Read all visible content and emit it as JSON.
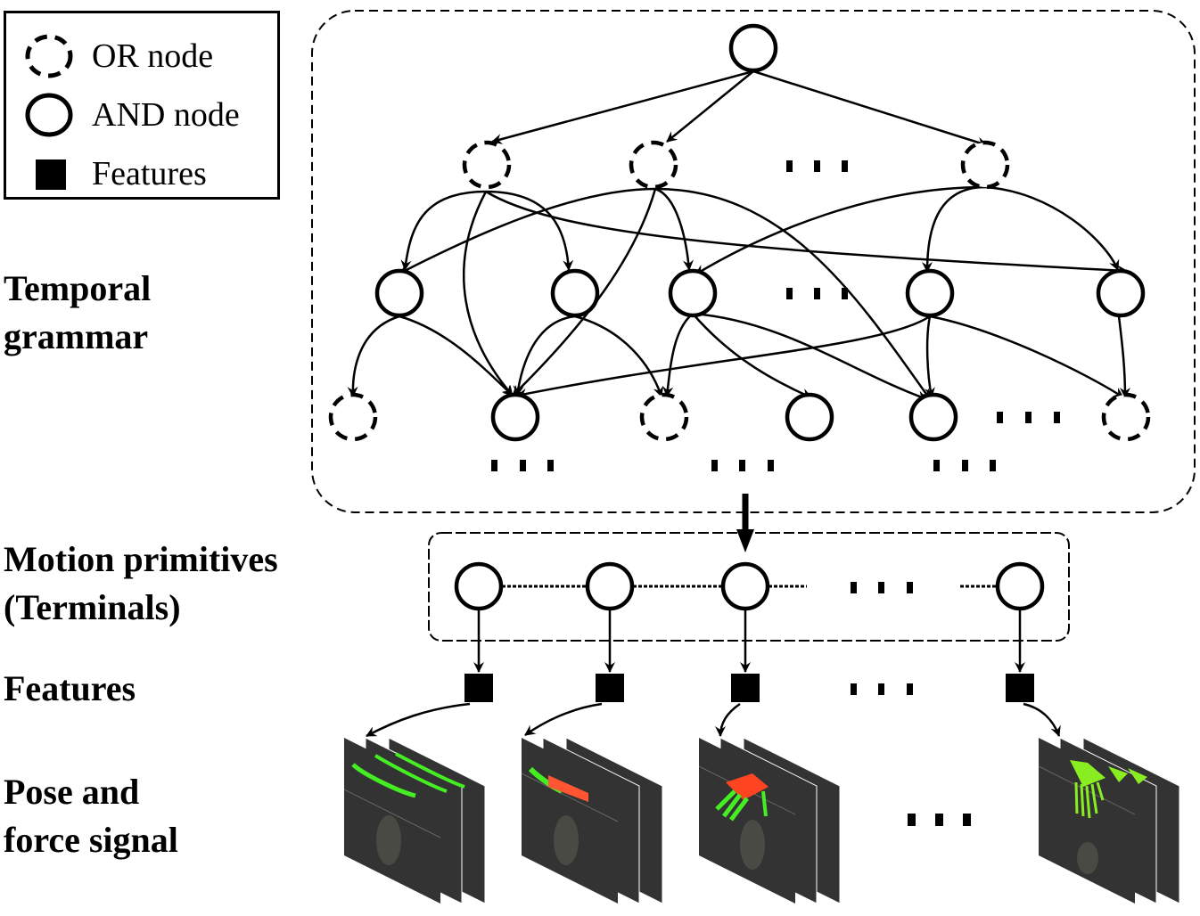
{
  "legend": {
    "items": [
      {
        "symbol": "dashed-circle",
        "label": "OR node"
      },
      {
        "symbol": "solid-circle",
        "label": "AND node"
      },
      {
        "symbol": "filled-square",
        "label": "Features"
      }
    ]
  },
  "side_labels": {
    "temporal_grammar": [
      "Temporal",
      "grammar"
    ],
    "motion_primitives": [
      "Motion primitives",
      "(Terminals)"
    ],
    "features": [
      "Features"
    ],
    "pose_force": [
      "Pose and",
      "force signal"
    ]
  },
  "ellipsis": "...",
  "grammar": {
    "root": {
      "type": "AND"
    },
    "level1": [
      {
        "type": "OR"
      },
      {
        "type": "OR"
      },
      {
        "type": "ellipsis"
      },
      {
        "type": "OR"
      }
    ],
    "level2": [
      {
        "type": "AND"
      },
      {
        "type": "AND"
      },
      {
        "type": "AND"
      },
      {
        "type": "ellipsis"
      },
      {
        "type": "AND"
      },
      {
        "type": "AND"
      }
    ],
    "level3": [
      {
        "type": "OR"
      },
      {
        "type": "AND"
      },
      {
        "type": "OR"
      },
      {
        "type": "AND"
      },
      {
        "type": "AND"
      },
      {
        "type": "ellipsis"
      },
      {
        "type": "OR"
      }
    ]
  },
  "terminals": {
    "count_shown": 4,
    "has_ellipsis": true
  },
  "signal_frames": {
    "count_shown": 4,
    "colors": {
      "frame": "#333333",
      "hand": "#44ee22",
      "force": "#ff4422"
    }
  }
}
